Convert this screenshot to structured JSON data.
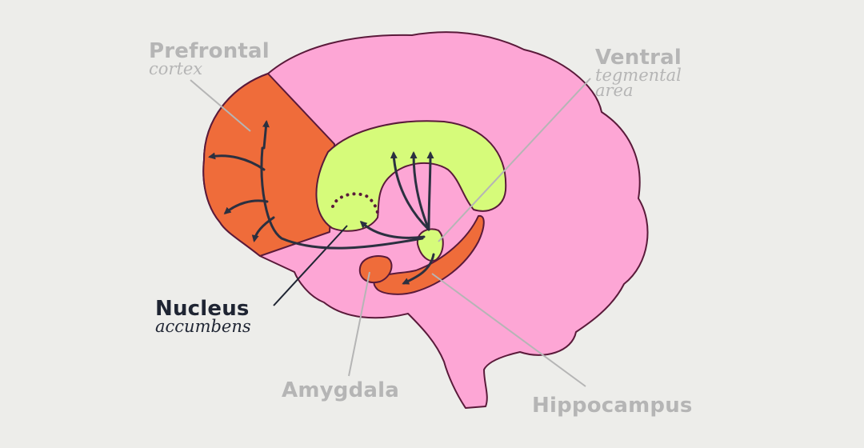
{
  "colors": {
    "background": "#ededea",
    "brain": "#fda6d5",
    "outline": "#5a1a3a",
    "orange": "#ef6c3a",
    "lime": "#d6fb7a",
    "pathway": "#2b3040",
    "muted_label": "#b5b5b5",
    "dark_label": "#1f2533"
  },
  "labels": {
    "prefrontal": {
      "title": "Prefrontal",
      "subtitle": "cortex"
    },
    "ventral": {
      "title": "Ventral",
      "subtitle_line1": "tegmental",
      "subtitle_line2": "area"
    },
    "nucleus": {
      "title": "Nucleus",
      "subtitle": "accumbens"
    },
    "amygdala": {
      "title": "Amygdala"
    },
    "hippocampus": {
      "title": "Hippocampus"
    }
  }
}
